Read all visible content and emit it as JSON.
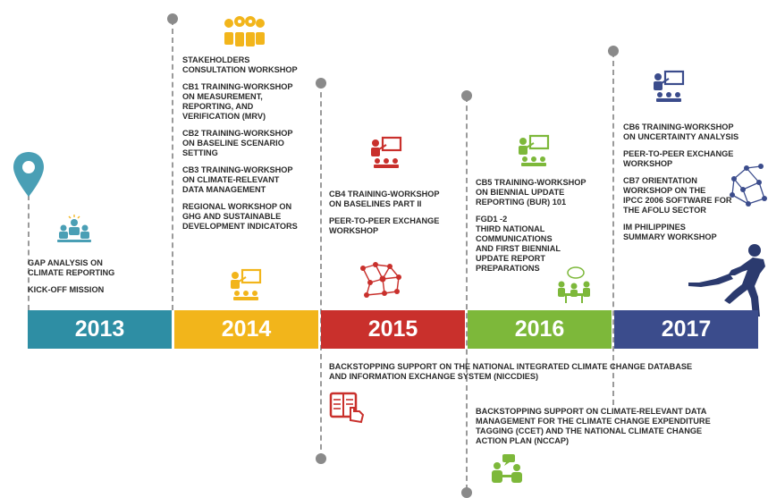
{
  "colors": {
    "y2013": "#2e8ea4",
    "y2014": "#f2b51b",
    "y2015": "#c9302c",
    "y2016": "#7db83a",
    "y2017": "#3b4c8c",
    "gray": "#8a8a8a"
  },
  "icons": {
    "pin": "location-pin-icon",
    "gap": "group-meeting-icon",
    "stakeholders": "stakeholders-circle-icon",
    "training2014": "presenter-training-icon",
    "training2015": "presenter-training-icon",
    "network2015": "network-icon",
    "training2016": "presenter-training-icon",
    "discussion2016": "discussion-group-icon",
    "training2017": "presenter-training-icon",
    "network2017": "network-icon",
    "runner": "runner-silhouette-icon",
    "backstop1": "book-hand-icon",
    "backstop2": "team-chat-icon"
  },
  "years": {
    "y2013": "2013",
    "y2014": "2014",
    "y2015": "2015",
    "y2016": "2016",
    "y2017": "2017"
  },
  "events": {
    "y2013": [
      "GAP ANALYSIS ON\nCLIMATE REPORTING",
      "KICK-OFF MISSION"
    ],
    "y2014": [
      "STAKEHOLDERS\nCONSULTATION WORKSHOP",
      "CB1 TRAINING-WORKSHOP\nON MEASUREMENT,\nREPORTING, AND\nVERIFICATION (MRV)",
      "CB2 TRAINING-WORKSHOP\nON BASELINE SCENARIO\nSETTING",
      "CB3 TRAINING-WORKSHOP\nON CLIMATE-RELEVANT\nDATA MANAGEMENT",
      "REGIONAL WORKSHOP ON\nGHG AND SUSTAINABLE\nDEVELOPMENT INDICATORS"
    ],
    "y2015": [
      "CB4 TRAINING-WORKSHOP\nON BASELINES PART II",
      "PEER-TO-PEER EXCHANGE\nWORKSHOP"
    ],
    "y2016": [
      "CB5 TRAINING-WORKSHOP\nON BIENNIAL UPDATE\nREPORTING (BUR) 101",
      "FGD1 -2\nTHIRD NATIONAL\nCOMMUNICATIONS\nAND FIRST BIENNIAL\nUPDATE REPORT\nPREPARATIONS"
    ],
    "y2017": [
      "CB6 TRAINING-WORKSHOP\nON UNCERTAINTY ANALYSIS",
      "PEER-TO-PEER EXCHANGE\nWORKSHOP",
      "CB7 ORIENTATION\nWORKSHOP ON THE\nIPCC 2006 SOFTWARE  for\nthe AFOLU SECTOR",
      "IM PHILIPPINES\nSUMMARY WORKSHOP"
    ]
  },
  "backstopping": {
    "b1": "BACKSTOPPING SUPPORT ON THE NATIONAL INTEGRATED CLIMATE CHANGE DATABASE\nAND INFORMATION EXCHANGE SYSTEM (NICCDIES)",
    "b2": "BACKSTOPPING SUPPORT ON CLIMATE-RELEVANT DATA\nMANAGEMENT FOR THE CLIMATE CHANGE EXPENDITURE\nTAGGING (CCET) AND THE NATIONAL CLIMATE CHANGE\nACTION PLAN (NCCAP)"
  }
}
